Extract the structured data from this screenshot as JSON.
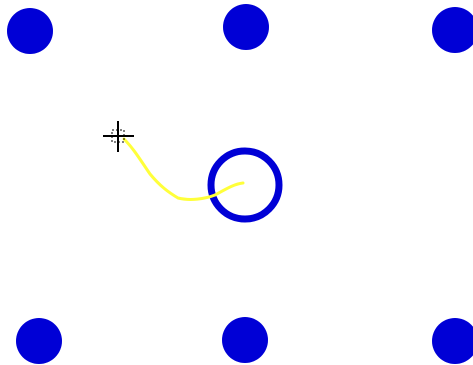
{
  "scene": {
    "background_color": "#ffffff",
    "dot_color": "#0000d6",
    "target_ring_color": "#0000d6",
    "trail_color": "#ffff3a",
    "cursor_color": "#000000",
    "dots": [
      {
        "name": "top-left-dot"
      },
      {
        "name": "top-center-dot"
      },
      {
        "name": "top-right-dot"
      },
      {
        "name": "bottom-left-dot"
      },
      {
        "name": "bottom-center-dot"
      },
      {
        "name": "bottom-right-dot"
      }
    ],
    "target_ring": {
      "name": "center-target-ring"
    },
    "trail": {
      "name": "mouse-path-trail"
    },
    "cursor": {
      "icon": "crosshair-icon"
    }
  }
}
